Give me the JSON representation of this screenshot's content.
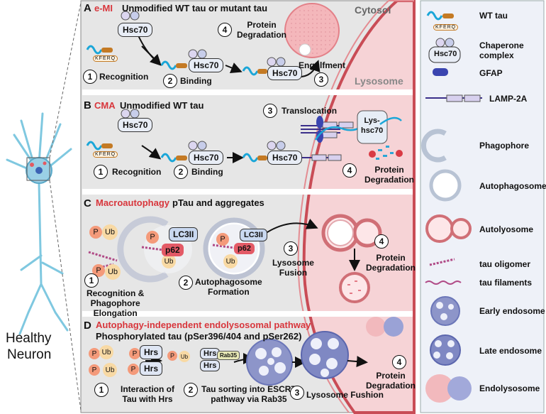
{
  "neuron": {
    "line1": "Healthy",
    "line2": "Neuron"
  },
  "panel_a": {
    "letter": "A",
    "pathway": "e-MI",
    "subtitle": "Unmodified WT tau or mutant tau",
    "cytosol": "Cytosol",
    "lysosome": "Lysosome",
    "hsc70": "Hsc70",
    "kferq": "KFERQ",
    "steps": [
      {
        "num": "1",
        "label": "Recognition"
      },
      {
        "num": "2",
        "label": "Binding"
      },
      {
        "num": "3",
        "label": "Engulfment"
      },
      {
        "num": "4",
        "label": "Protein\nDegradation"
      }
    ]
  },
  "panel_b": {
    "letter": "B",
    "pathway": "CMA",
    "subtitle": "Unmodified WT tau",
    "lys_hsc70": "Lys-\nhsc70",
    "steps": [
      {
        "num": "1",
        "label": "Recognition"
      },
      {
        "num": "2",
        "label": "Binding"
      },
      {
        "num": "3",
        "label": "Translocation"
      },
      {
        "num": "4",
        "label": "Protein\nDegradation"
      }
    ]
  },
  "panel_c": {
    "letter": "C",
    "pathway": "Macroautophagy",
    "subtitle": "pTau and aggregates",
    "p": "P",
    "ub": "Ub",
    "lc3": "LC3II",
    "p62": "p62",
    "steps": [
      {
        "num": "1",
        "label": "Recognition &\nPhagophore\nElongation"
      },
      {
        "num": "2",
        "label": "Autophagosome\nFormation"
      },
      {
        "num": "3",
        "label": "Lysosome\nFusion"
      },
      {
        "num": "4",
        "label": "Protein\nDegradation"
      }
    ]
  },
  "panel_d": {
    "letter": "D",
    "pathway": "Autophagy-independent endolysosomal  pathway",
    "subtitle": "Phosphorylated tau (pSer396/404 and pSer262)",
    "hrs": "Hrs",
    "rab35": "Rab35",
    "steps": [
      {
        "num": "1",
        "label": "Interaction of\nTau with Hrs"
      },
      {
        "num": "2",
        "label": "Tau sorting into ESCRT\npathway via Rab35"
      },
      {
        "num": "3",
        "label": "Lysosome Fushion"
      },
      {
        "num": "4",
        "label": "Protein\nDegradation"
      }
    ]
  },
  "legend": [
    {
      "label": "WT tau",
      "icon": "wt-tau-icon"
    },
    {
      "label": "Chaperone\ncomplex",
      "icon": "hsc70-chaperone-icon"
    },
    {
      "label": "GFAP",
      "icon": "gfap-icon"
    },
    {
      "label": "LAMP-2A",
      "icon": "lamp2a-icon"
    },
    {
      "label": "Phagophore",
      "icon": "phagophore-icon"
    },
    {
      "label": "Autophagosome",
      "icon": "autophagosome-icon"
    },
    {
      "label": "Autolyosome",
      "icon": "autolysosome-icon"
    },
    {
      "label": "tau oligomer",
      "icon": "tau-oligomer-icon"
    },
    {
      "label": "tau filaments",
      "icon": "tau-filaments-icon"
    },
    {
      "label": "Early endosome",
      "icon": "early-endosome-icon"
    },
    {
      "label": "Late endosome",
      "icon": "late-endosome-icon"
    },
    {
      "label": "Endolysosome",
      "icon": "endolysosome-icon"
    }
  ],
  "colors": {
    "panel_bg": "#e6e6e6",
    "legend_bg": "#eef1f8",
    "accent_red": "#d8363c",
    "lysosome_pink": "#f6d3d6",
    "tau_blue": "#1aa6d8",
    "endosome_blue": "#6b76b8"
  }
}
